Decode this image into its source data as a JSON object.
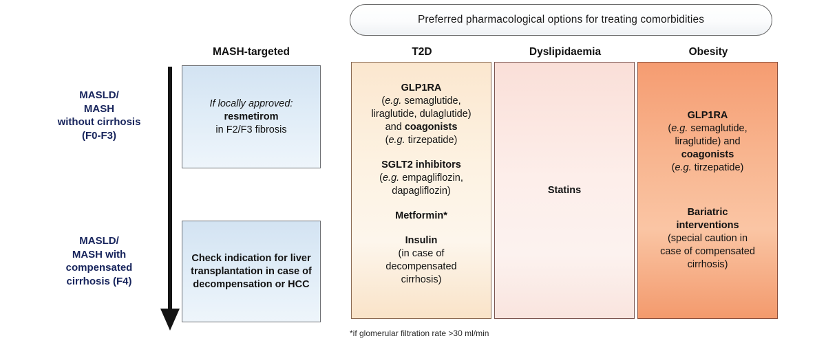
{
  "banner": {
    "text": "Preferred pharmacological options for treating comorbidities"
  },
  "columns": {
    "mash_targeted": "MASH-targeted",
    "t2d": "T2D",
    "dyslipidaemia": "Dyslipidaemia",
    "obesity": "Obesity"
  },
  "rows": [
    {
      "label_lines": "MASLD/\nMASH\nwithout cirrhosis\n(F0-F3)",
      "line1": "MASLD/",
      "line2": "MASH",
      "line3": "without cirrhosis",
      "line4": "(F0-F3)"
    },
    {
      "label_lines": "MASLD/\nMASH with\ncompensated\ncirrhosis (F4)",
      "line1": "MASLD/",
      "line2": "MASH with",
      "line3": "compensated",
      "line4": "cirrhosis (F4)"
    }
  ],
  "mash_targeted": {
    "row1": {
      "italic_lead": "If locally approved:",
      "bold_drug": "resmetirom",
      "detail": "in F2/F3 fibrosis"
    },
    "row2": {
      "text": "Check indication for liver transplantation in case of decompensation or HCC"
    }
  },
  "t2d": {
    "entries": [
      {
        "name": "GLP1RA",
        "eg_label": "e.g.",
        "eg_list_line1": " semaglutide,",
        "eg_list_line2": "liraglutide, dulaglutide)",
        "connector_plain": "and ",
        "connector_bold": "coagonists",
        "eg2_label": "e.g.",
        "eg2_list": " tirzepatide)"
      },
      {
        "name": "SGLT2 inhibitors",
        "eg_label": "e.g.",
        "eg_list_line1": " empagliflozin,",
        "eg_list_line2": "dapagliflozin)"
      },
      {
        "name": "Metformin*"
      },
      {
        "name": "Insulin",
        "detail_line1": "(in case of",
        "detail_line2": "decompensated",
        "detail_line3": "cirrhosis)"
      }
    ]
  },
  "dyslipidaemia": {
    "entry": "Statins"
  },
  "obesity": {
    "entries": [
      {
        "name": "GLP1RA",
        "eg_label": "e.g.",
        "eg_list_line1": " semaglutide,",
        "eg_list_line2": "liraglutide) and",
        "connector_bold": "coagonists",
        "eg2_label": "e.g.",
        "eg2_list": " tirzepatide)"
      },
      {
        "name_line1": "Bariatric",
        "name_line2": "interventions",
        "detail_line1": "(special caution in",
        "detail_line2": "case of compensated",
        "detail_line3": "cirrhosis)"
      }
    ]
  },
  "footnote": {
    "text": "*if glomerular filtration rate >30 ml/min"
  },
  "colors": {
    "row_label": "#17245c",
    "mash_box": "#dfecf7",
    "t2d_box": "#fdf2e2",
    "dyslipidaemia_box": "#fdeeea",
    "obesity_box": "#f8b48e"
  }
}
